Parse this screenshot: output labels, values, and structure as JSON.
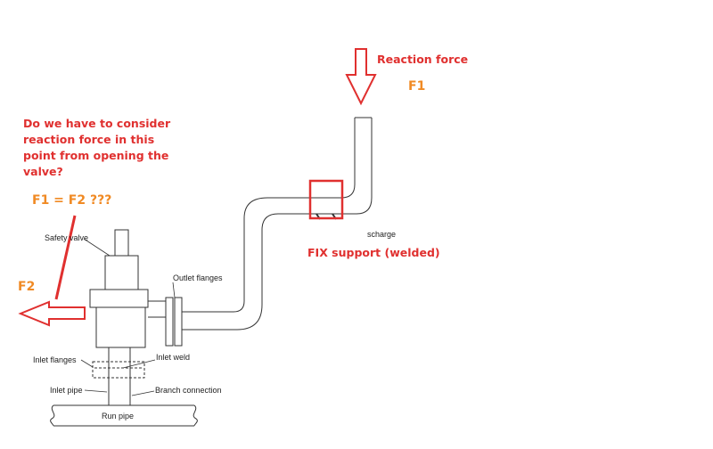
{
  "colors": {
    "annotation_red": "#e0302f",
    "annotation_orange": "#f08a24",
    "line": "#333333"
  },
  "annotations": {
    "reaction_force": "Reaction force",
    "f1": "F1",
    "question": [
      "Do we have to consider",
      "reaction force in this",
      "point from opening the",
      "valve?"
    ],
    "equation": "F1 = F2 ???",
    "f2": "F2",
    "fix_support": "FIX support (welded)"
  },
  "labels": {
    "safety_valve": "Safety valve",
    "outlet_flanges": "Outlet flanges",
    "discharge_partial": "scharge",
    "inlet_weld": "Inlet weld",
    "inlet_flanges": "Inlet flanges",
    "inlet_pipe": "Inlet pipe",
    "branch_connection": "Branch connection",
    "run_pipe": "Run pipe"
  }
}
